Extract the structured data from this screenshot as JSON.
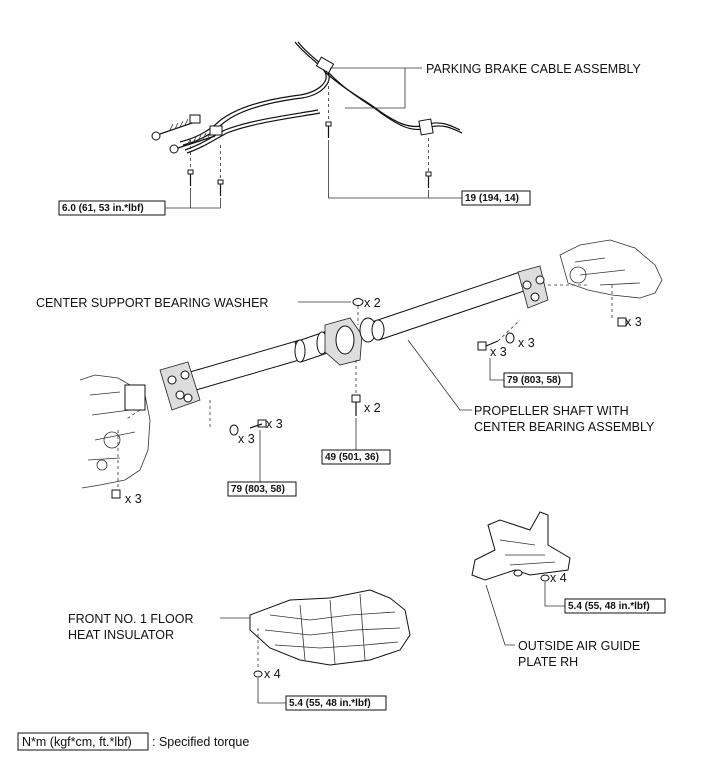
{
  "labels": {
    "parking_brake_cable": "PARKING BRAKE CABLE ASSEMBLY",
    "center_support_washer": "CENTER SUPPORT BEARING WASHER",
    "propeller_shaft_line1": "PROPELLER SHAFT WITH",
    "propeller_shaft_line2": "CENTER BEARING ASSEMBLY",
    "floor_insulator_line1": "FRONT NO. 1 FLOOR",
    "floor_insulator_line2": "HEAT INSULATOR",
    "air_guide_line1": "OUTSIDE AIR GUIDE",
    "air_guide_line2": "PLATE RH"
  },
  "torques": {
    "cable_left": "6.0 (61, 53 in.*lbf)",
    "cable_right": "19 (194, 14)",
    "shaft_right_flange": "79 (803, 58)",
    "shaft_left_flange": "79 (803, 58)",
    "center_bearing": "49 (501, 36)",
    "floor_insulator": "5.4 (55, 48 in.*lbf)",
    "air_guide": "5.4 (55, 48 in.*lbf)"
  },
  "quantities": {
    "washer": "x 2",
    "right_nut": "x 3",
    "right_bolt": "x 3",
    "right_washer": "x 3",
    "center_bolt": "x 2",
    "left_bolt": "x 3",
    "left_washer": "x 3",
    "left_nut": "x 3",
    "air_guide_bolt": "x 4",
    "floor_bolt": "x 4"
  },
  "legend": {
    "unit_box": "N*m (kgf*cm, ft.*lbf)",
    "text": ": Specified torque"
  }
}
